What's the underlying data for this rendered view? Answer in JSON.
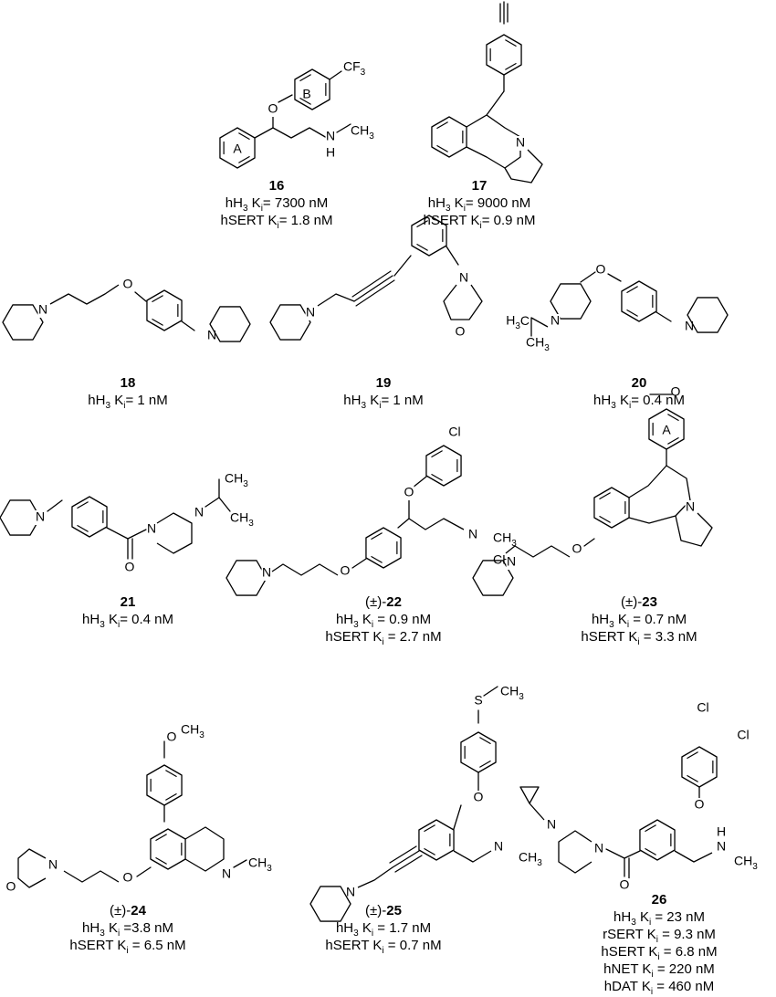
{
  "compounds": [
    {
      "id": "16",
      "prefix": "",
      "lines": [
        {
          "target": "hH",
          "sub1": "3",
          "k": "K",
          "sub2": "i",
          "rel": "= 7300 nM"
        },
        {
          "target": "hSERT",
          "sub1": "",
          "k": "K",
          "sub2": "i",
          "rel": "= 1.8 nM"
        }
      ]
    },
    {
      "id": "17",
      "prefix": "",
      "lines": [
        {
          "target": "hH",
          "sub1": "3",
          "k": "K",
          "sub2": "i",
          "rel": "= 9000 nM"
        },
        {
          "target": "hSERT",
          "sub1": "",
          "k": "K",
          "sub2": "i",
          "rel": "= 0.9 nM"
        }
      ]
    },
    {
      "id": "18",
      "prefix": "",
      "lines": [
        {
          "target": "hH",
          "sub1": "3",
          "k": "K",
          "sub2": "i",
          "rel": "= 1 nM"
        }
      ]
    },
    {
      "id": "19",
      "prefix": "",
      "lines": [
        {
          "target": "hH",
          "sub1": "3",
          "k": "K",
          "sub2": "i",
          "rel": "= 1 nM"
        }
      ]
    },
    {
      "id": "20",
      "prefix": "",
      "lines": [
        {
          "target": "hH",
          "sub1": "3",
          "k": "K",
          "sub2": "i",
          "rel": "= 0.4 nM"
        }
      ]
    },
    {
      "id": "21",
      "prefix": "",
      "lines": [
        {
          "target": "hH",
          "sub1": "3",
          "k": "K",
          "sub2": "i",
          "rel": "= 0.4 nM"
        }
      ]
    },
    {
      "id": "22",
      "prefix": "(±)-",
      "lines": [
        {
          "target": "hH",
          "sub1": "3",
          "k": "K",
          "sub2": "i",
          "rel": " = 0.9 nM"
        },
        {
          "target": "hSERT",
          "sub1": "",
          "k": "K",
          "sub2": "i",
          "rel": " = 2.7 nM"
        }
      ]
    },
    {
      "id": "23",
      "prefix": "(±)-",
      "lines": [
        {
          "target": "hH",
          "sub1": "3",
          "k": "K",
          "sub2": "i",
          "rel": " = 0.7 nM"
        },
        {
          "target": "hSERT",
          "sub1": "",
          "k": "K",
          "sub2": "i",
          "rel": " = 3.3 nM"
        }
      ]
    },
    {
      "id": "24",
      "prefix": "(±)-",
      "lines": [
        {
          "target": "hH",
          "sub1": "3",
          "k": "K",
          "sub2": "i",
          "rel": " =3.8 nM"
        },
        {
          "target": "hSERT",
          "sub1": "",
          "k": "K",
          "sub2": "i",
          "rel": " = 6.5 nM"
        }
      ]
    },
    {
      "id": "25",
      "prefix": "(±)-",
      "lines": [
        {
          "target": "hH",
          "sub1": "3",
          "k": "K",
          "sub2": "i",
          "rel": " = 1.7 nM"
        },
        {
          "target": "hSERT",
          "sub1": "",
          "k": "K",
          "sub2": "i",
          "rel": " = 0.7 nM"
        }
      ]
    },
    {
      "id": "26",
      "prefix": "",
      "lines": [
        {
          "target": "hH",
          "sub1": "3",
          "k": "K",
          "sub2": "i",
          "rel": " = 23 nM"
        },
        {
          "target": "rSERT",
          "sub1": "",
          "k": "K",
          "sub2": "i",
          "rel": " = 9.3 nM"
        },
        {
          "target": "hSERT",
          "sub1": "",
          "k": "K",
          "sub2": "i",
          "rel": " = 6.8 nM"
        },
        {
          "target": "hNET",
          "sub1": "",
          "k": "K",
          "sub2": "i",
          "rel": " = 220 nM"
        },
        {
          "target": "hDAT",
          "sub1": "",
          "k": "K",
          "sub2": "i",
          "rel": " = 460 nM"
        }
      ]
    }
  ],
  "atom_labels": {
    "cf3": "CF",
    "cf3_sub": "3",
    "O": "O",
    "N": "N",
    "H": "H",
    "ch3": "CH",
    "ch3_sub": "3",
    "h3c": "H",
    "h3c_sub": "3",
    "h3c_c": "C",
    "Cl": "Cl",
    "S": "S",
    "ring_A": "A",
    "ring_B": "B"
  }
}
